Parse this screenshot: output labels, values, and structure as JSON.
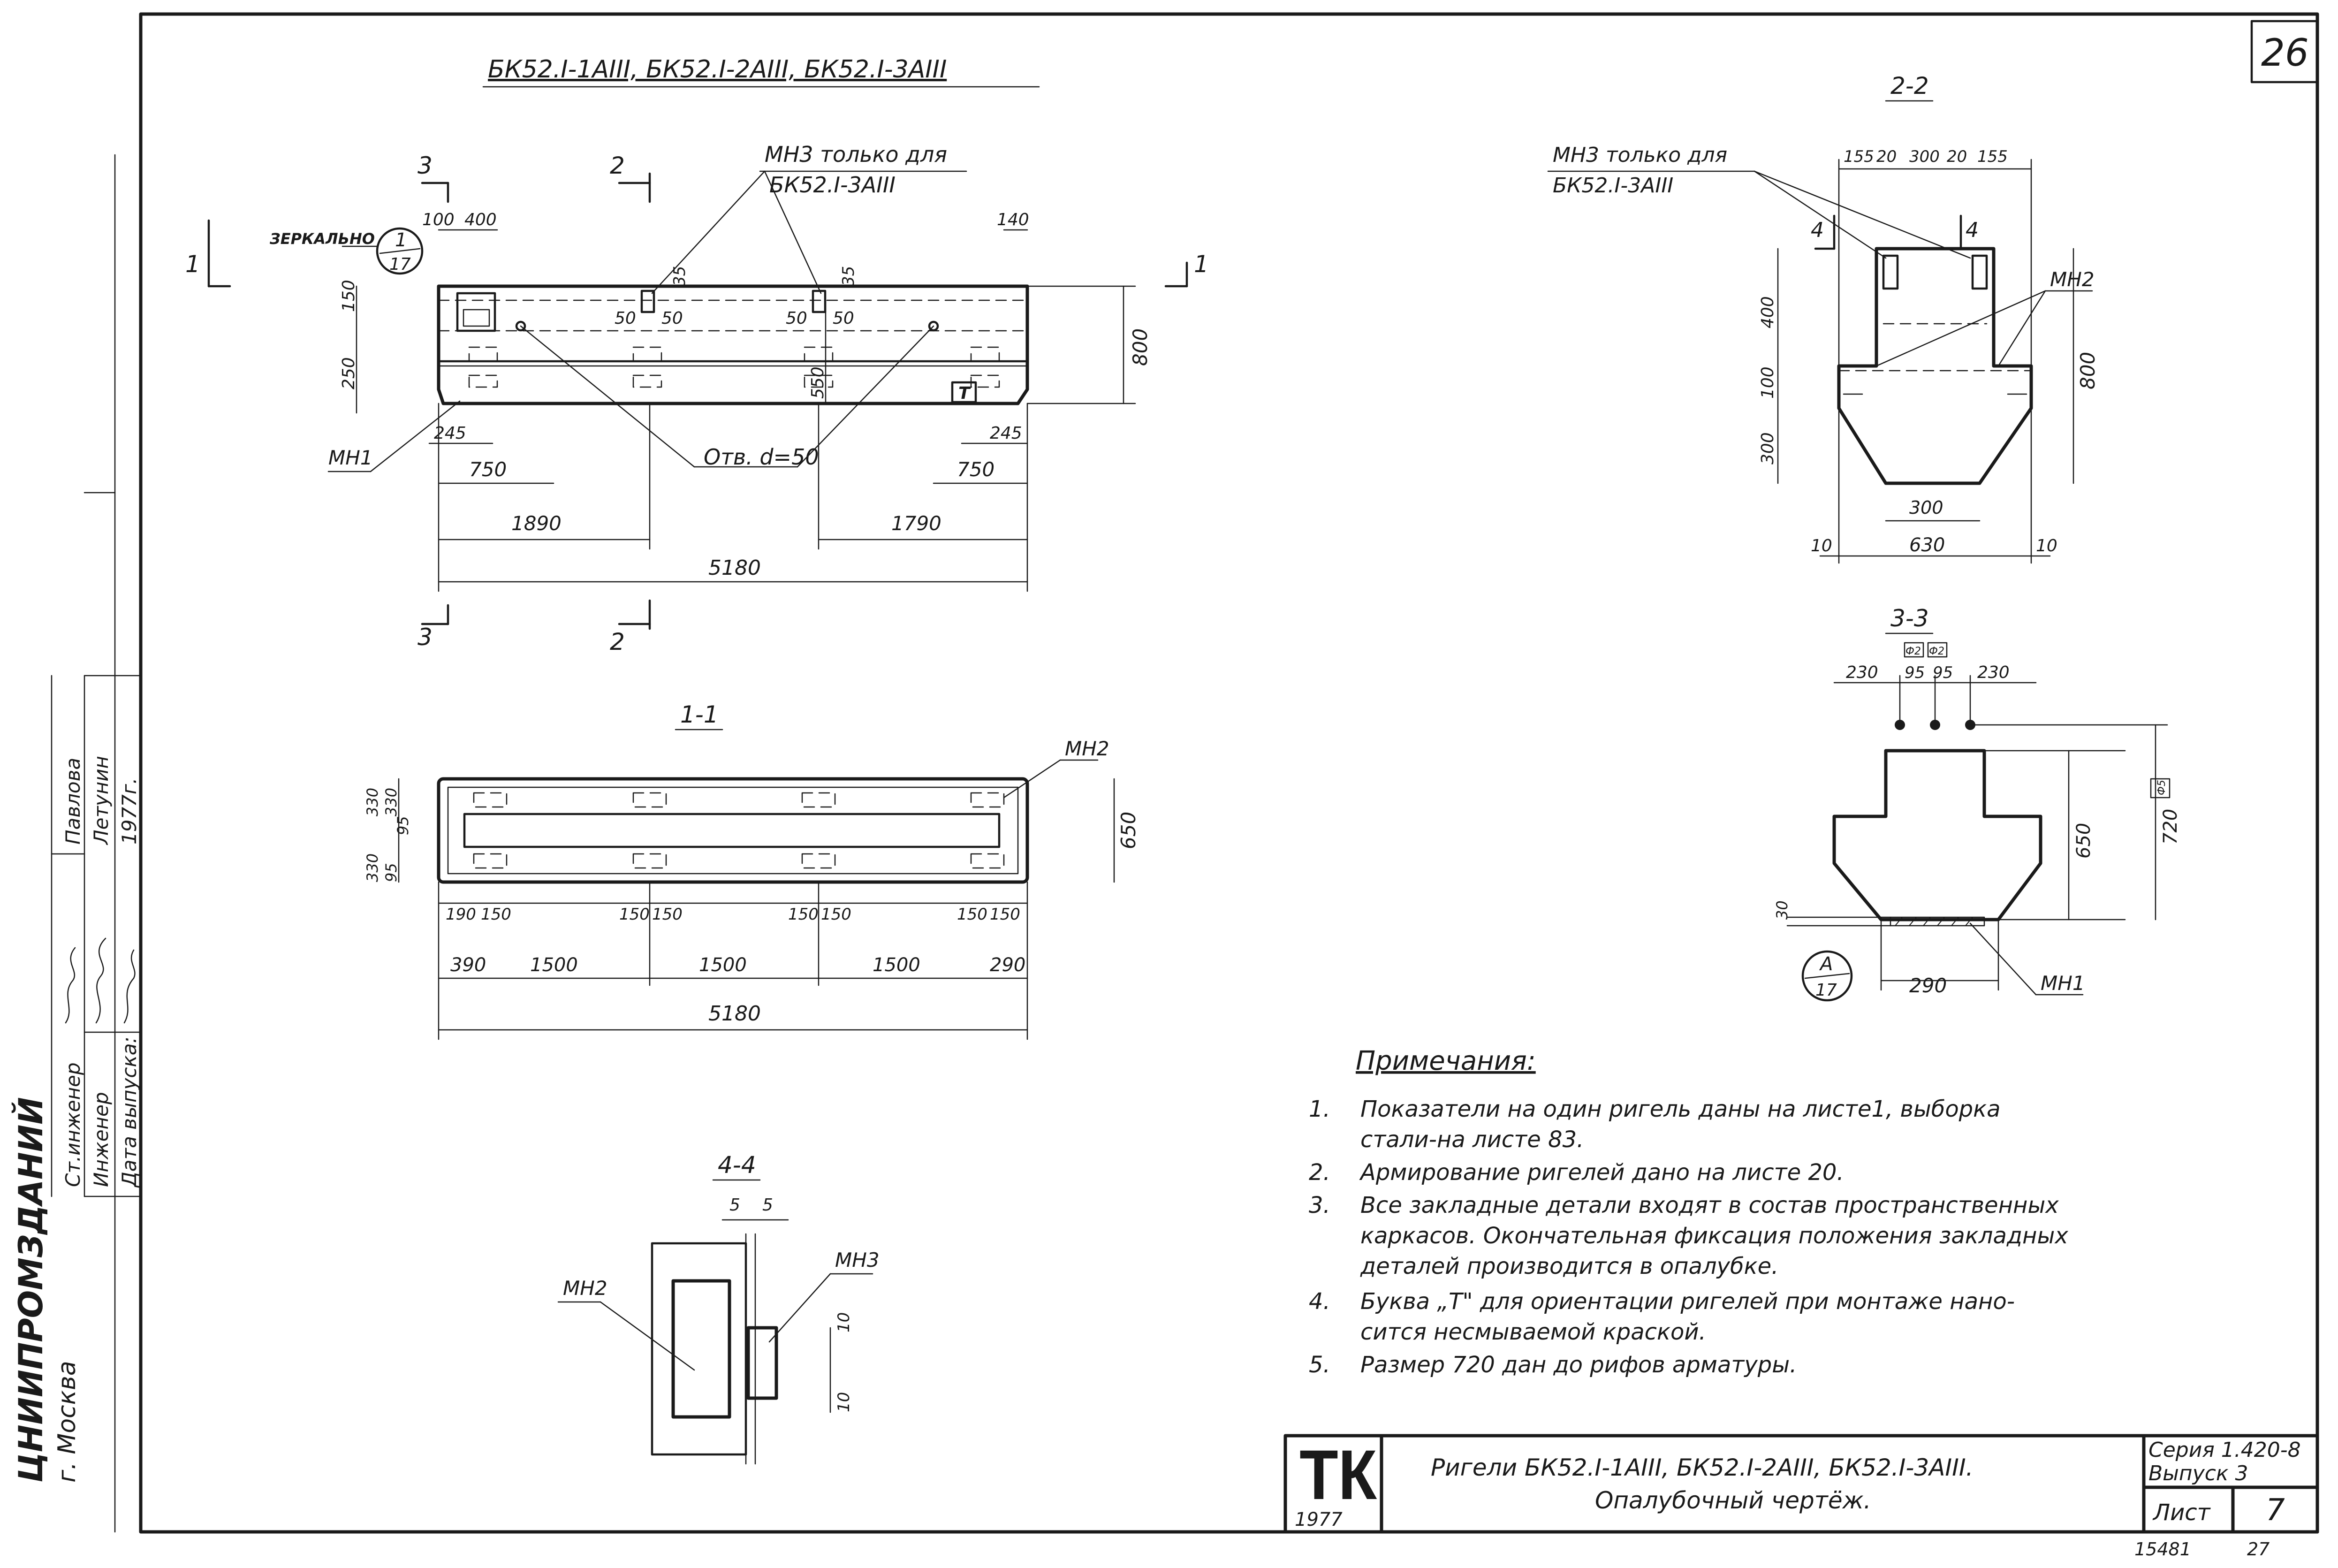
{
  "sheet": {
    "sheet_corner_number": "26",
    "org_vertical": "ЦНИИПРОМЗДАНИЙ",
    "org_city": "г. Москва",
    "signature_table": [
      {
        "role": "Ст.инженер",
        "name": "Павлова"
      },
      {
        "role": "Инженер",
        "name": "Летунин"
      },
      {
        "role": "Дата выпуска:",
        "name": "1977г."
      }
    ],
    "stamp_tk": "ТК",
    "stamp_year": "1977",
    "title_line1": "Ригели БК52.I-1АIII, БК52.I-2АIII, БК52.I-3АIII.",
    "title_line2": "Опалубочный чертёж.",
    "series": "Серия 1.420-8",
    "issue": "Выпуск 3",
    "list_label": "Лист",
    "list_number": "7",
    "bottom_code": "15481",
    "bottom_page": "27"
  },
  "elevation": {
    "title": "БК52.I-1АIII, БК52.I-2АIII, БК52.I-3АIII",
    "note_mn3": "МН3 только для",
    "note_mn3_b": "БК52.I-3АIII",
    "mirror": "ЗЕРКАЛЬНО",
    "ref_num": "1",
    "ref_den": "17",
    "hole": "Отв. d=50",
    "mark_t": "Т",
    "mn1": "МН1",
    "cuts": [
      "3",
      "2",
      "1",
      "1",
      "3",
      "2"
    ],
    "dims": [
      "100",
      "400",
      "140",
      "150",
      "250",
      "35",
      "35",
      "50",
      "50",
      "50",
      "50",
      "550",
      "800",
      "245",
      "245",
      "750",
      "750",
      "1890",
      "1790",
      "5180"
    ]
  },
  "section11": {
    "title": "1-1",
    "mn2": "МН2",
    "dims": [
      "330",
      "95",
      "330",
      "330",
      "95",
      "650",
      "190",
      "150",
      "150",
      "150",
      "150",
      "150",
      "150",
      "150",
      "390",
      "1500",
      "1500",
      "1500",
      "290",
      "5180"
    ]
  },
  "section44": {
    "title": "4-4",
    "mn2": "МН2",
    "mn3": "МН3",
    "dims": [
      "5",
      "5",
      "10",
      "10"
    ]
  },
  "section22": {
    "title": "2-2",
    "note": "МН3 только для",
    "note_b": "БК52.I-3АIII",
    "mn2": "МН2",
    "cut": "4",
    "dims_top": [
      "155",
      "20",
      "300",
      "20",
      "155"
    ],
    "dims_left": [
      "400",
      "100",
      "300"
    ],
    "dim_right": "800",
    "dims_bottom": [
      "300",
      "10",
      "630",
      "10"
    ]
  },
  "section33": {
    "title": "3-3",
    "tags": [
      "Ф2",
      "Ф2"
    ],
    "dims_top": [
      "230",
      "95",
      "95",
      "230"
    ],
    "dim_650": "650",
    "dim_720": "720",
    "tag_right": "Ф5",
    "dim_30": "30",
    "dim_bottom": "290",
    "ref_num": "А",
    "ref_den": "17",
    "mn1": "МН1"
  },
  "notes": {
    "heading": "Примечания:",
    "items": [
      {
        "n": "1.",
        "lines": [
          "Показатели на один ригель даны на листе1, выборка",
          "стали-на листе 83."
        ]
      },
      {
        "n": "2.",
        "lines": [
          "Армирование ригелей дано на листе 20."
        ]
      },
      {
        "n": "3.",
        "lines": [
          "Все закладные детали входят в состав пространственных",
          "каркасов. Окончательная фиксация положения закладных",
          "деталей производится в опалубке."
        ]
      },
      {
        "n": "4.",
        "lines": [
          "Буква „Т\" для ориентации ригелей при монтаже нано-",
          "сится несмываемой краской."
        ]
      },
      {
        "n": "5.",
        "lines": [
          "Размер 720 дан до рифов арматуры."
        ]
      }
    ]
  }
}
